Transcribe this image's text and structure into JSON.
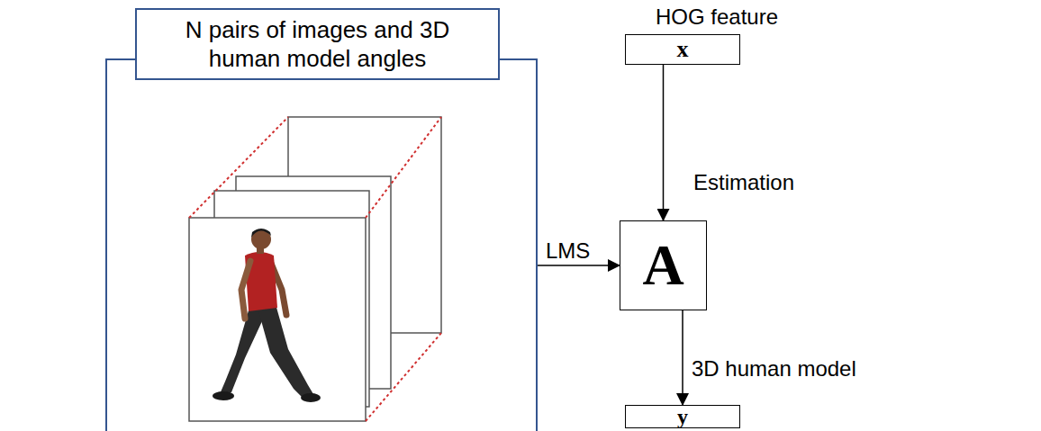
{
  "diagram": {
    "nodes": [
      {
        "text": [
          "N pairs of images and 3D human model angles"
        ]
      },
      {
        "text": [
          "HOG feature",
          "x"
        ]
      },
      {
        "text": [
          "A"
        ]
      },
      {
        "text": [
          "y"
        ]
      }
    ],
    "edges": [
      {
        "from": 0,
        "to": 2,
        "arrow": "to",
        "label": "LMS"
      },
      {
        "from": 1,
        "to": 2,
        "arrow": "to",
        "label": "Estimation"
      },
      {
        "from": 2,
        "to": 3,
        "arrow": "to",
        "label": "3D human model"
      }
    ]
  }
}
